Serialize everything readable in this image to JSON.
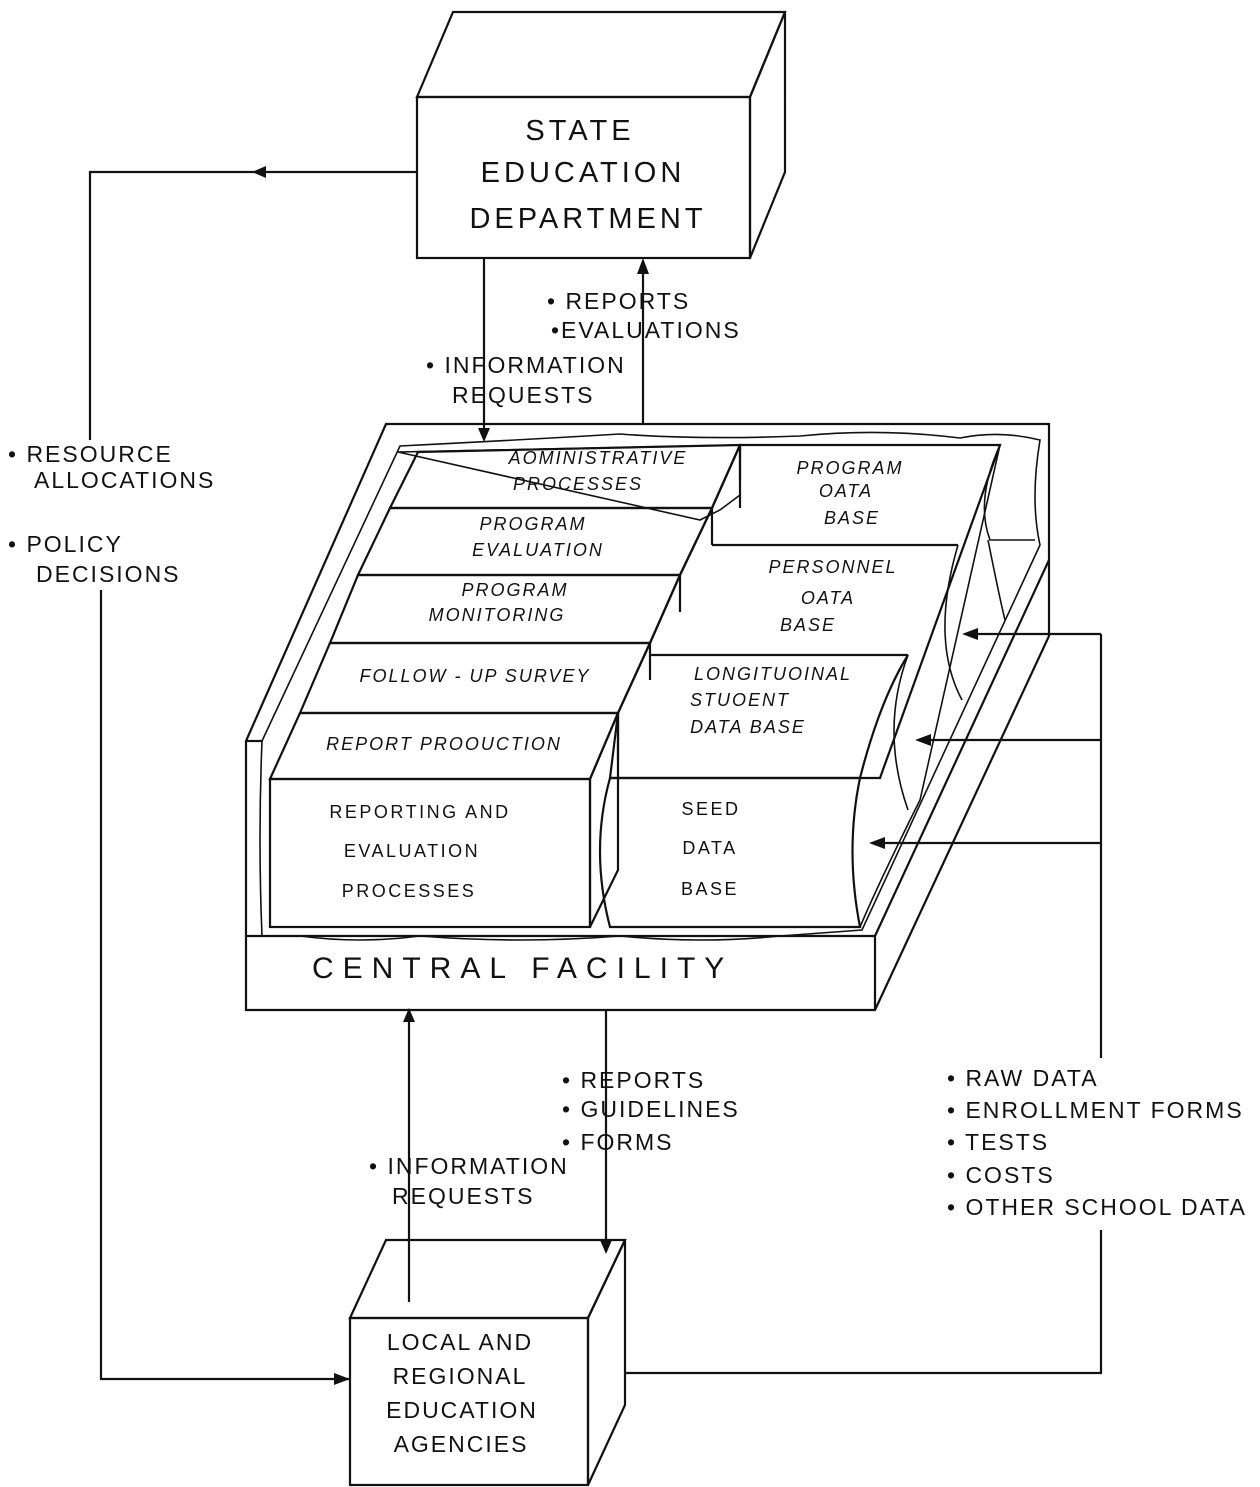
{
  "state_box": {
    "line1": "STATE",
    "line2": "EDUCATION",
    "line3": "DEPARTMENT"
  },
  "local_box": {
    "line1": "LOCAL AND",
    "line2": "REGIONAL",
    "line3": "EDUCATION",
    "line4": "AGENCIES"
  },
  "facility": {
    "label": "CENTRAL FACILITY",
    "left_modules": [
      {
        "line1": "AOMINISTRATIVE",
        "line2": "PROCESSES"
      },
      {
        "line1": "PROGRAM",
        "line2": "EVALUATION"
      },
      {
        "line1": "PROGRAM",
        "line2": "MONITORING"
      },
      {
        "line1": "FOLLOW - UP  SURVEY"
      },
      {
        "line1": "REPORT  PROOUCTION"
      }
    ],
    "left_base": {
      "line1": "REPORTING  AND",
      "line2": "EVALUATION",
      "line3": "PROCESSES"
    },
    "right_modules": [
      {
        "line1": "PROGRAM",
        "line2": "OATA",
        "line3": "BASE"
      },
      {
        "line1": "PERSONNEL",
        "line2": "OATA",
        "line3": "BASE"
      },
      {
        "line1": "LONGITUOINAL",
        "line2": "STUOENT",
        "line3": "DATA  BASE"
      }
    ],
    "right_base": {
      "line1": "SEED",
      "line2": "DATA",
      "line3": "BASE"
    }
  },
  "flows": {
    "state_reports": [
      "• REPORTS",
      "•EVALUATIONS"
    ],
    "state_requests": [
      "• INFORMATION",
      "REQUESTS"
    ],
    "resource": [
      "• RESOURCE",
      "ALLOCATIONS"
    ],
    "policy": [
      "• POLICY",
      "DECISIONS"
    ],
    "local_requests": [
      "• INFORMATION",
      "REQUESTS"
    ],
    "local_reports": [
      "• REPORTS",
      "• GUIDELINES",
      "• FORMS"
    ],
    "raw_data": [
      "• RAW  DATA",
      "• ENROLLMENT FORMS",
      "• TESTS",
      "• COSTS",
      "• OTHER SCHOOL DATA"
    ]
  }
}
